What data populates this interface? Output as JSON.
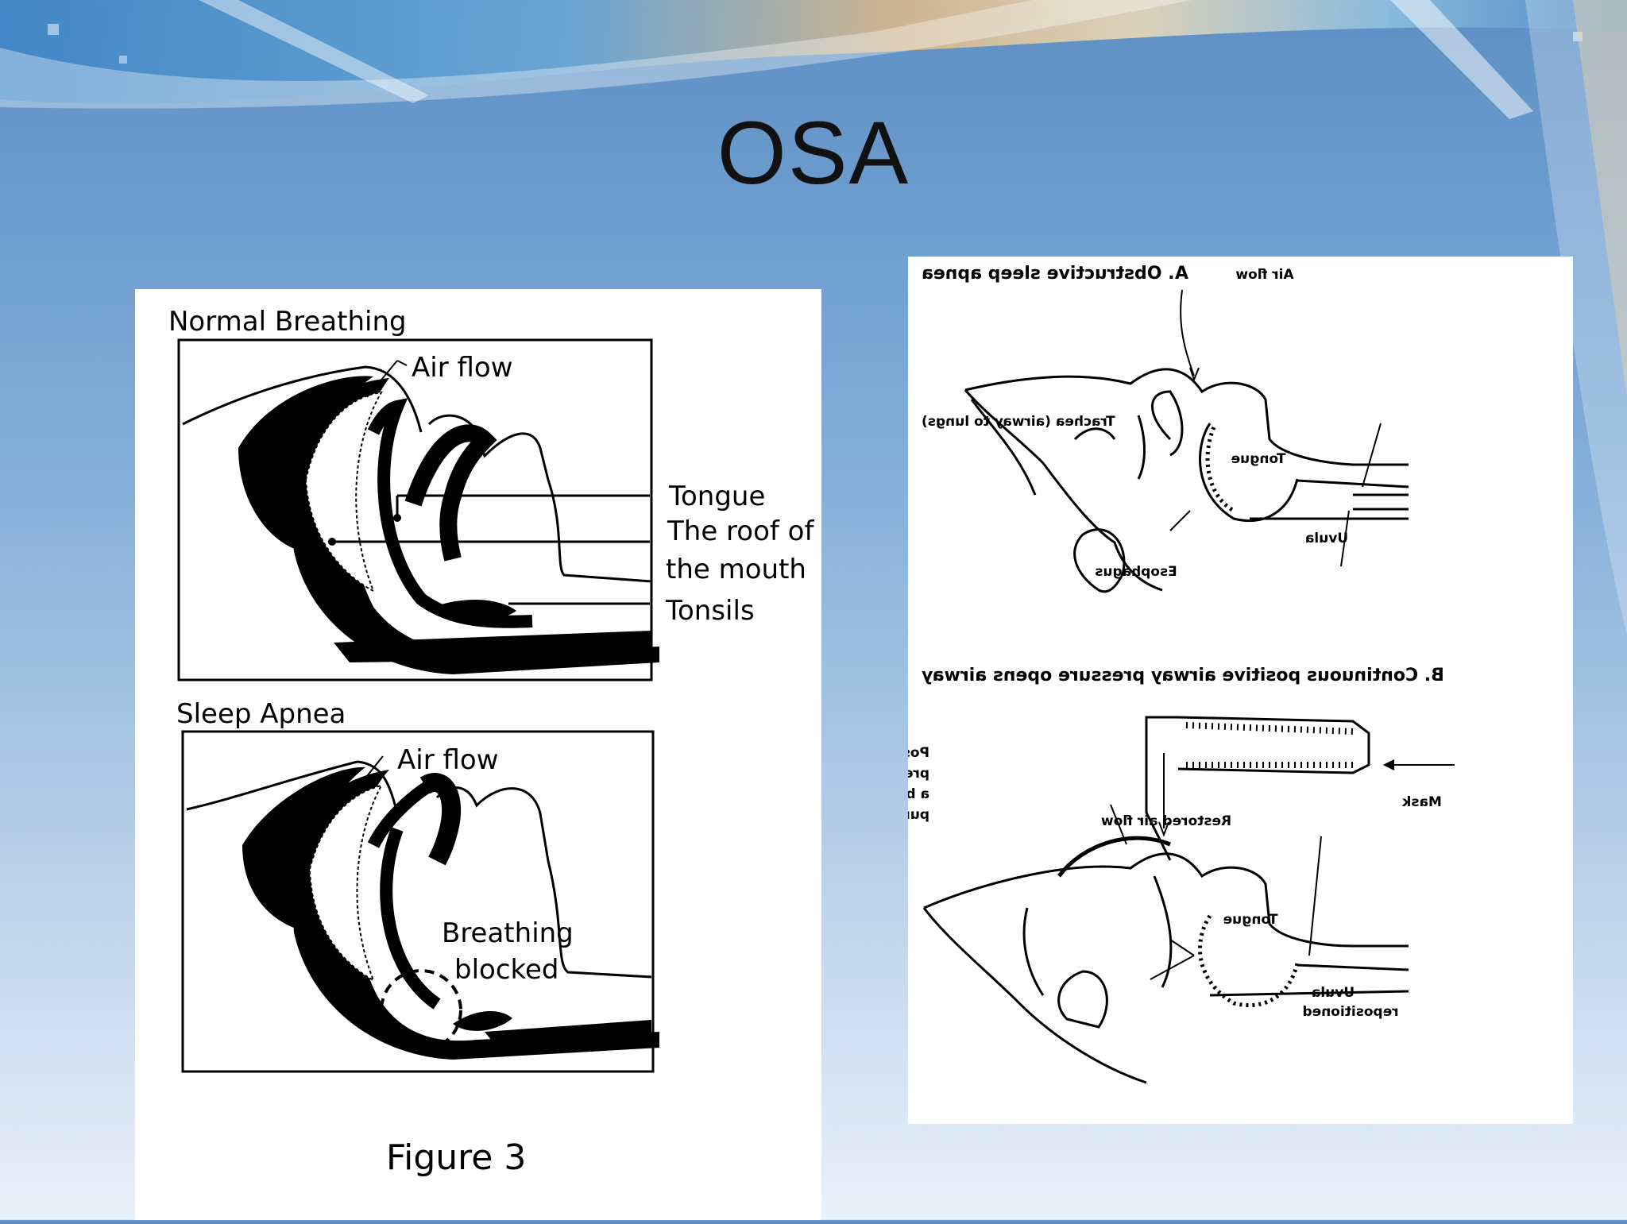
{
  "slide": {
    "title": "OSA"
  },
  "left_figure": {
    "normal_heading": "Normal Breathing",
    "normal_airflow": "Air flow",
    "tongue": "Tongue",
    "roof_line1": "The roof of",
    "roof_line2": "the mouth",
    "tonsils": "Tonsils",
    "apnea_heading": "Sleep Apnea",
    "apnea_airflow": "Air flow",
    "blocked_line1": "Breathing",
    "blocked_line2": "blocked",
    "caption": "Figure 3"
  },
  "right_figure": {
    "heading_a": "A. Obstructive sleep apnea",
    "airflow": "Air flow",
    "trachea": "Trachea (airway to lungs)",
    "tongue_a": "Tongue",
    "uvula_a": "Uvula",
    "esophagus": "Esophagus",
    "heading_b": "B. Continuous positive airway pressure opens airway",
    "pump_1": "Positive air",
    "pump_2": "pressure from",
    "pump_3": "a bedside",
    "pump_4": "pump",
    "mask": "Mask",
    "restored": "Restored air flow",
    "tongue_b": "Tongue",
    "uvula_b1": "Uvula",
    "uvula_b2": "repositioned"
  }
}
